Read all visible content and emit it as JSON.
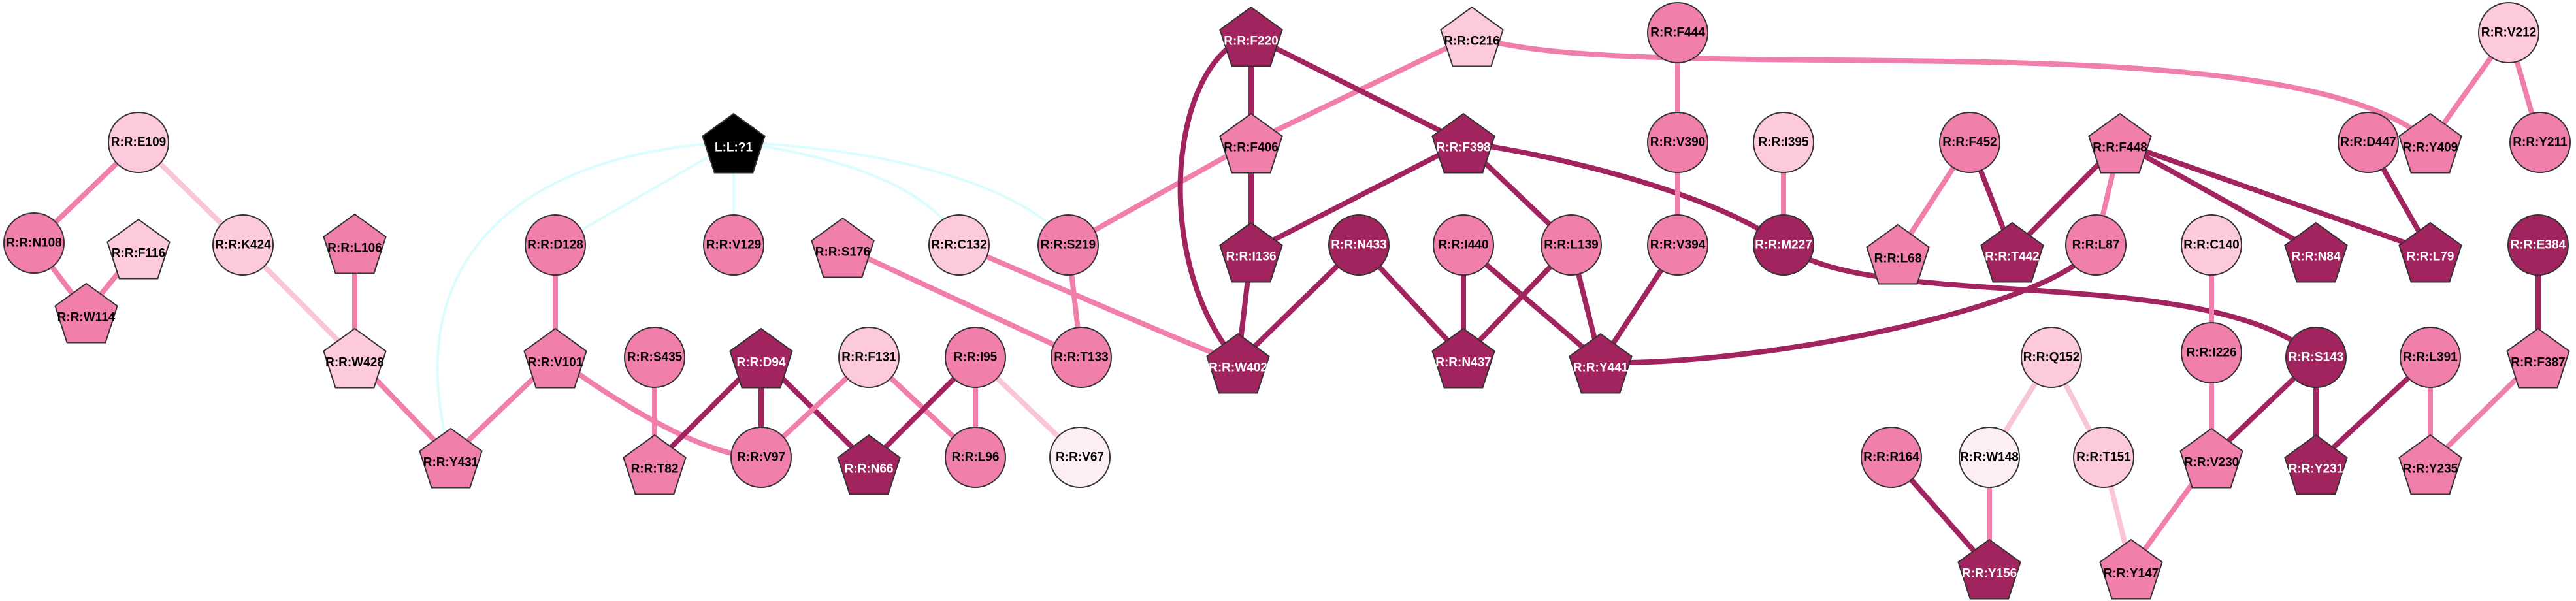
{
  "colors": {
    "node_dark": "#a2245f",
    "node_mid": "#f07fac",
    "node_light": "#fcc9dd",
    "node_pale": "#fdeef3",
    "node_black": "#000000",
    "edge_dark": "#a2245f",
    "edge_mid": "#f07fac",
    "edge_light": "#f9c6d9",
    "edge_cyan": "#dcfdfd",
    "stroke": "#333333",
    "text_dark": "#000000",
    "text_light": "#ffffff"
  },
  "nodes": [
    {
      "id": "R:R:E109",
      "label": "R:R:E109",
      "shape": "circle",
      "tone": "light"
    },
    {
      "id": "R:R:N108",
      "label": "R:R:N108",
      "shape": "circle",
      "tone": "mid"
    },
    {
      "id": "R:R:F116",
      "label": "R:R:F116",
      "shape": "pentagon",
      "tone": "light"
    },
    {
      "id": "R:R:W114",
      "label": "R:R:W114",
      "shape": "pentagon",
      "tone": "mid"
    },
    {
      "id": "R:R:K424",
      "label": "R:R:K424",
      "shape": "circle",
      "tone": "light"
    },
    {
      "id": "R:R:L106",
      "label": "R:R:L106",
      "shape": "pentagon",
      "tone": "mid"
    },
    {
      "id": "R:R:W428",
      "label": "R:R:W428",
      "shape": "pentagon",
      "tone": "light"
    },
    {
      "id": "R:R:Y431",
      "label": "R:R:Y431",
      "shape": "pentagon",
      "tone": "mid"
    },
    {
      "id": "L:L:?1",
      "label": "L:L:?1",
      "shape": "pentagon",
      "tone": "black"
    },
    {
      "id": "R:R:D128",
      "label": "R:R:D128",
      "shape": "circle",
      "tone": "mid"
    },
    {
      "id": "R:R:V101",
      "label": "R:R:V101",
      "shape": "pentagon",
      "tone": "mid"
    },
    {
      "id": "R:R:V129",
      "label": "R:R:V129",
      "shape": "circle",
      "tone": "mid"
    },
    {
      "id": "R:R:S435",
      "label": "R:R:S435",
      "shape": "circle",
      "tone": "mid"
    },
    {
      "id": "R:R:T82",
      "label": "R:R:T82",
      "shape": "pentagon",
      "tone": "mid"
    },
    {
      "id": "R:R:D94",
      "label": "R:R:D94",
      "shape": "pentagon",
      "tone": "dark"
    },
    {
      "id": "R:R:V97",
      "label": "R:R:V97",
      "shape": "circle",
      "tone": "mid"
    },
    {
      "id": "R:R:N66",
      "label": "R:R:N66",
      "shape": "pentagon",
      "tone": "dark"
    },
    {
      "id": "R:R:F131",
      "label": "R:R:F131",
      "shape": "circle",
      "tone": "light"
    },
    {
      "id": "R:R:I95",
      "label": "R:R:I95",
      "shape": "circle",
      "tone": "mid"
    },
    {
      "id": "R:R:L96",
      "label": "R:R:L96",
      "shape": "circle",
      "tone": "mid"
    },
    {
      "id": "R:R:V67",
      "label": "R:R:V67",
      "shape": "circle",
      "tone": "pale"
    },
    {
      "id": "R:R:S176",
      "label": "R:R:S176",
      "shape": "pentagon",
      "tone": "mid"
    },
    {
      "id": "R:R:C132",
      "label": "R:R:C132",
      "shape": "circle",
      "tone": "light"
    },
    {
      "id": "R:R:S219",
      "label": "R:R:S219",
      "shape": "circle",
      "tone": "mid"
    },
    {
      "id": "R:R:T133",
      "label": "R:R:T133",
      "shape": "circle",
      "tone": "mid"
    },
    {
      "id": "R:R:F220",
      "label": "R:R:F220",
      "shape": "pentagon",
      "tone": "dark"
    },
    {
      "id": "R:R:F406",
      "label": "R:R:F406",
      "shape": "pentagon",
      "tone": "mid"
    },
    {
      "id": "R:R:I136",
      "label": "R:R:I136",
      "shape": "pentagon",
      "tone": "dark"
    },
    {
      "id": "R:R:W402",
      "label": "R:R:W402",
      "shape": "pentagon",
      "tone": "dark"
    },
    {
      "id": "R:R:C216",
      "label": "R:R:C216",
      "shape": "pentagon",
      "tone": "light"
    },
    {
      "id": "R:R:F398",
      "label": "R:R:F398",
      "shape": "pentagon",
      "tone": "dark"
    },
    {
      "id": "R:R:N433",
      "label": "R:R:N433",
      "shape": "circle",
      "tone": "dark"
    },
    {
      "id": "R:R:I440",
      "label": "R:R:I440",
      "shape": "circle",
      "tone": "mid"
    },
    {
      "id": "R:R:N437",
      "label": "R:R:N437",
      "shape": "pentagon",
      "tone": "dark"
    },
    {
      "id": "R:R:L139",
      "label": "R:R:L139",
      "shape": "circle",
      "tone": "mid"
    },
    {
      "id": "R:R:Y441",
      "label": "R:R:Y441",
      "shape": "pentagon",
      "tone": "dark"
    },
    {
      "id": "R:R:F444",
      "label": "R:R:F444",
      "shape": "circle",
      "tone": "mid"
    },
    {
      "id": "R:R:V390",
      "label": "R:R:V390",
      "shape": "circle",
      "tone": "mid"
    },
    {
      "id": "R:R:V394",
      "label": "R:R:V394",
      "shape": "circle",
      "tone": "mid"
    },
    {
      "id": "R:R:I395",
      "label": "R:R:I395",
      "shape": "circle",
      "tone": "light"
    },
    {
      "id": "R:R:M227",
      "label": "R:R:M227",
      "shape": "circle",
      "tone": "dark"
    },
    {
      "id": "R:R:F452",
      "label": "R:R:F452",
      "shape": "circle",
      "tone": "mid"
    },
    {
      "id": "R:R:L68",
      "label": "R:R:L68",
      "shape": "pentagon",
      "tone": "mid"
    },
    {
      "id": "R:R:T442",
      "label": "R:R:T442",
      "shape": "pentagon",
      "tone": "dark"
    },
    {
      "id": "R:R:F448",
      "label": "R:R:F448",
      "shape": "pentagon",
      "tone": "mid"
    },
    {
      "id": "R:R:L87",
      "label": "R:R:L87",
      "shape": "circle",
      "tone": "mid"
    },
    {
      "id": "R:R:N84",
      "label": "R:R:N84",
      "shape": "pentagon",
      "tone": "dark"
    },
    {
      "id": "R:R:L79",
      "label": "R:R:L79",
      "shape": "pentagon",
      "tone": "dark"
    },
    {
      "id": "R:R:D447",
      "label": "R:R:D447",
      "shape": "circle",
      "tone": "mid"
    },
    {
      "id": "R:R:Y409",
      "label": "R:R:Y409",
      "shape": "pentagon",
      "tone": "mid"
    },
    {
      "id": "R:R:V212",
      "label": "R:R:V212",
      "shape": "circle",
      "tone": "light"
    },
    {
      "id": "R:R:Y211",
      "label": "R:R:Y211",
      "shape": "circle",
      "tone": "mid"
    },
    {
      "id": "R:R:C140",
      "label": "R:R:C140",
      "shape": "circle",
      "tone": "light"
    },
    {
      "id": "R:R:I226",
      "label": "R:R:I226",
      "shape": "circle",
      "tone": "mid"
    },
    {
      "id": "R:R:S143",
      "label": "R:R:S143",
      "shape": "circle",
      "tone": "dark"
    },
    {
      "id": "R:R:Q152",
      "label": "R:R:Q152",
      "shape": "circle",
      "tone": "light"
    },
    {
      "id": "R:R:W148",
      "label": "R:R:W148",
      "shape": "circle",
      "tone": "pale"
    },
    {
      "id": "R:R:T151",
      "label": "R:R:T151",
      "shape": "circle",
      "tone": "light"
    },
    {
      "id": "R:R:V230",
      "label": "R:R:V230",
      "shape": "pentagon",
      "tone": "mid"
    },
    {
      "id": "R:R:Y231",
      "label": "R:R:Y231",
      "shape": "pentagon",
      "tone": "dark"
    },
    {
      "id": "R:R:L391",
      "label": "R:R:L391",
      "shape": "circle",
      "tone": "mid"
    },
    {
      "id": "R:R:E384",
      "label": "R:R:E384",
      "shape": "circle",
      "tone": "dark"
    },
    {
      "id": "R:R:F387",
      "label": "R:R:F387",
      "shape": "pentagon",
      "tone": "mid"
    },
    {
      "id": "R:R:Y235",
      "label": "R:R:Y235",
      "shape": "pentagon",
      "tone": "mid"
    },
    {
      "id": "R:R:R164",
      "label": "R:R:R164",
      "shape": "circle",
      "tone": "mid"
    },
    {
      "id": "R:R:Y156",
      "label": "R:R:Y156",
      "shape": "pentagon",
      "tone": "dark"
    },
    {
      "id": "R:R:Y147",
      "label": "R:R:Y147",
      "shape": "pentagon",
      "tone": "mid"
    }
  ],
  "edges": [
    {
      "source": "R:R:E109",
      "target": "R:R:N108",
      "tone": "mid"
    },
    {
      "source": "R:R:E109",
      "target": "R:R:K424",
      "tone": "light"
    },
    {
      "source": "R:R:N108",
      "target": "R:R:W114",
      "tone": "mid"
    },
    {
      "source": "R:R:F116",
      "target": "R:R:W114",
      "tone": "mid"
    },
    {
      "source": "R:R:K424",
      "target": "R:R:W428",
      "tone": "light"
    },
    {
      "source": "R:R:L106",
      "target": "R:R:W428",
      "tone": "mid"
    },
    {
      "source": "R:R:W428",
      "target": "R:R:Y431",
      "tone": "mid"
    },
    {
      "source": "L:L:?1",
      "target": "R:R:Y431",
      "tone": "cyan"
    },
    {
      "source": "L:L:?1",
      "target": "R:R:D128",
      "tone": "cyan"
    },
    {
      "source": "L:L:?1",
      "target": "R:R:V129",
      "tone": "cyan"
    },
    {
      "source": "L:L:?1",
      "target": "R:R:C132",
      "tone": "cyan"
    },
    {
      "source": "L:L:?1",
      "target": "R:R:S219",
      "tone": "cyan"
    },
    {
      "source": "R:R:D128",
      "target": "R:R:V101",
      "tone": "mid"
    },
    {
      "source": "R:R:V101",
      "target": "R:R:Y431",
      "tone": "mid"
    },
    {
      "source": "R:R:V101",
      "target": "R:R:V97",
      "tone": "mid"
    },
    {
      "source": "R:R:S435",
      "target": "R:R:T82",
      "tone": "mid"
    },
    {
      "source": "R:R:D94",
      "target": "R:R:T82",
      "tone": "dark"
    },
    {
      "source": "R:R:D94",
      "target": "R:R:V97",
      "tone": "dark"
    },
    {
      "source": "R:R:D94",
      "target": "R:R:N66",
      "tone": "dark"
    },
    {
      "source": "R:R:F131",
      "target": "R:R:V97",
      "tone": "mid"
    },
    {
      "source": "R:R:F131",
      "target": "R:R:L96",
      "tone": "mid"
    },
    {
      "source": "R:R:I95",
      "target": "R:R:N66",
      "tone": "dark"
    },
    {
      "source": "R:R:I95",
      "target": "R:R:L96",
      "tone": "mid"
    },
    {
      "source": "R:R:I95",
      "target": "R:R:V67",
      "tone": "light"
    },
    {
      "source": "R:R:S176",
      "target": "R:R:T133",
      "tone": "mid"
    },
    {
      "source": "R:R:C132",
      "target": "R:R:W402",
      "tone": "mid"
    },
    {
      "source": "R:R:S219",
      "target": "R:R:T133",
      "tone": "mid"
    },
    {
      "source": "R:R:S219",
      "target": "R:R:F406",
      "tone": "mid"
    },
    {
      "source": "R:R:C216",
      "target": "R:R:F406",
      "tone": "mid"
    },
    {
      "source": "R:R:C216",
      "target": "R:R:Y409",
      "tone": "mid"
    },
    {
      "source": "R:R:F220",
      "target": "R:R:F406",
      "tone": "dark"
    },
    {
      "source": "R:R:F220",
      "target": "R:R:F398",
      "tone": "dark"
    },
    {
      "source": "R:R:F220",
      "target": "R:R:W402",
      "tone": "dark"
    },
    {
      "source": "R:R:F406",
      "target": "R:R:I136",
      "tone": "dark"
    },
    {
      "source": "R:R:I136",
      "target": "R:R:W402",
      "tone": "dark"
    },
    {
      "source": "R:R:F398",
      "target": "R:R:I136",
      "tone": "dark"
    },
    {
      "source": "R:R:F398",
      "target": "R:R:L139",
      "tone": "dark"
    },
    {
      "source": "R:R:F398",
      "target": "R:R:M227",
      "tone": "dark"
    },
    {
      "source": "R:R:N433",
      "target": "R:R:W402",
      "tone": "dark"
    },
    {
      "source": "R:R:N433",
      "target": "R:R:N437",
      "tone": "dark"
    },
    {
      "source": "R:R:I440",
      "target": "R:R:N437",
      "tone": "dark"
    },
    {
      "source": "R:R:I440",
      "target": "R:R:Y441",
      "tone": "dark"
    },
    {
      "source": "R:R:L139",
      "target": "R:R:N437",
      "tone": "dark"
    },
    {
      "source": "R:R:L139",
      "target": "R:R:Y441",
      "tone": "dark"
    },
    {
      "source": "R:R:F444",
      "target": "R:R:V390",
      "tone": "mid"
    },
    {
      "source": "R:R:V390",
      "target": "R:R:V394",
      "tone": "mid"
    },
    {
      "source": "R:R:V394",
      "target": "R:R:Y441",
      "tone": "dark"
    },
    {
      "source": "R:R:I395",
      "target": "R:R:M227",
      "tone": "mid"
    },
    {
      "source": "R:R:M227",
      "target": "R:R:S143",
      "tone": "dark"
    },
    {
      "source": "R:R:L87",
      "target": "R:R:Y441",
      "tone": "dark"
    },
    {
      "source": "R:R:F452",
      "target": "R:R:L68",
      "tone": "mid"
    },
    {
      "source": "R:R:F452",
      "target": "R:R:T442",
      "tone": "dark"
    },
    {
      "source": "R:R:F448",
      "target": "R:R:T442",
      "tone": "dark"
    },
    {
      "source": "R:R:F448",
      "target": "R:R:L87",
      "tone": "mid"
    },
    {
      "source": "R:R:F448",
      "target": "R:R:N84",
      "tone": "dark"
    },
    {
      "source": "R:R:F448",
      "target": "R:R:L79",
      "tone": "dark"
    },
    {
      "source": "R:R:D447",
      "target": "R:R:L79",
      "tone": "dark"
    },
    {
      "source": "R:R:V212",
      "target": "R:R:Y409",
      "tone": "mid"
    },
    {
      "source": "R:R:V212",
      "target": "R:R:Y211",
      "tone": "mid"
    },
    {
      "source": "R:R:C140",
      "target": "R:R:I226",
      "tone": "mid"
    },
    {
      "source": "R:R:I226",
      "target": "R:R:V230",
      "tone": "mid"
    },
    {
      "source": "R:R:S143",
      "target": "R:R:V230",
      "tone": "dark"
    },
    {
      "source": "R:R:S143",
      "target": "R:R:Y231",
      "tone": "dark"
    },
    {
      "source": "R:R:L391",
      "target": "R:R:Y231",
      "tone": "dark"
    },
    {
      "source": "R:R:L391",
      "target": "R:R:Y235",
      "tone": "mid"
    },
    {
      "source": "R:R:E384",
      "target": "R:R:F387",
      "tone": "dark"
    },
    {
      "source": "R:R:F387",
      "target": "R:R:Y235",
      "tone": "mid"
    },
    {
      "source": "R:R:Q152",
      "target": "R:R:W148",
      "tone": "light"
    },
    {
      "source": "R:R:Q152",
      "target": "R:R:T151",
      "tone": "light"
    },
    {
      "source": "R:R:T151",
      "target": "R:R:Y147",
      "tone": "light"
    },
    {
      "source": "R:R:W148",
      "target": "R:R:Y156",
      "tone": "mid"
    },
    {
      "source": "R:R:R164",
      "target": "R:R:Y156",
      "tone": "dark"
    },
    {
      "source": "R:R:V230",
      "target": "R:R:Y147",
      "tone": "mid"
    }
  ]
}
